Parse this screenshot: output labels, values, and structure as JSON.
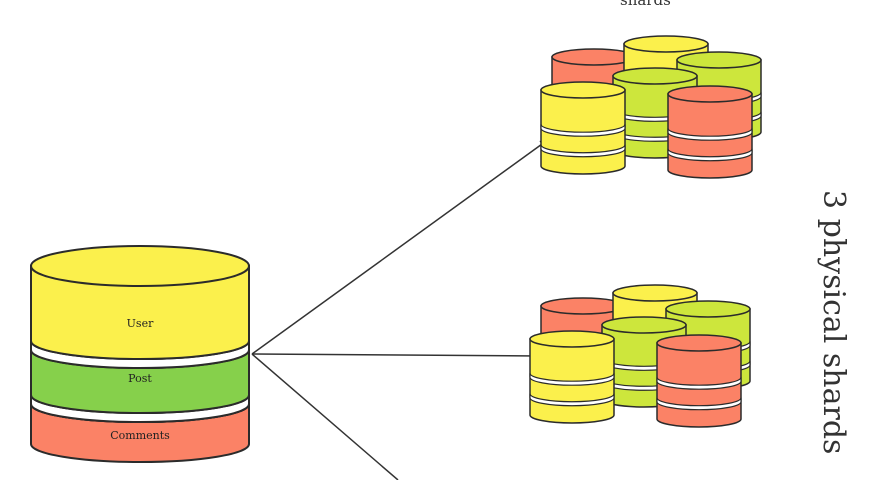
{
  "diagram": {
    "top_label": "shards",
    "side_title": "3 physical shards",
    "source_db": {
      "layers": [
        "User",
        "Post",
        "Comments"
      ]
    },
    "colors": {
      "yellow": "#FBF04C",
      "green": "#86D04B",
      "lime": "#CDE63C",
      "coral": "#FB8266",
      "stroke": "#2b2b2b",
      "arrow": "#333333"
    }
  }
}
